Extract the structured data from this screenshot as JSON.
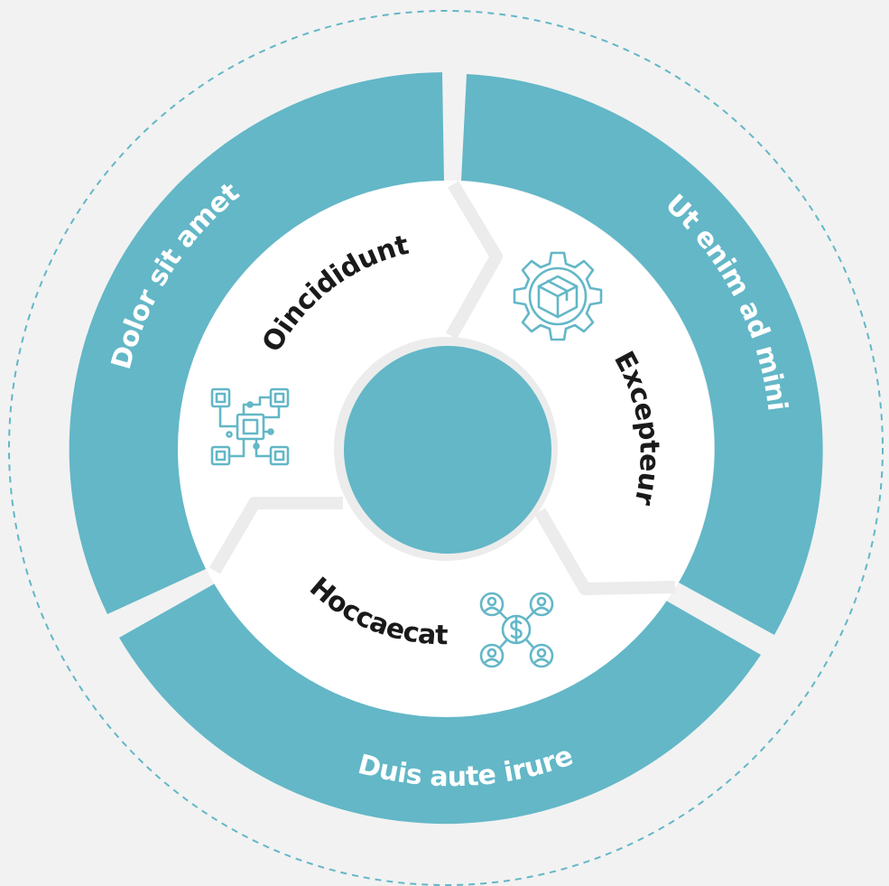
{
  "colors": {
    "background": "#f2f2f2",
    "accent": "#63b7c7",
    "white": "#ffffff",
    "gap": "#ececec",
    "dashed_ring": "#63b7c7",
    "inner_text": "#1a1a1a"
  },
  "outer_ring": {
    "segments": [
      {
        "label": "Dolor sit amet"
      },
      {
        "label": "Ut enim ad mini"
      },
      {
        "label": "Duis aute irure"
      }
    ]
  },
  "inner_ring": {
    "segments": [
      {
        "label": "Oincididunt",
        "icon": "circuit-chip-icon"
      },
      {
        "label": "Excepteur",
        "icon": "gear-box-icon"
      },
      {
        "label": "Hoccaecat",
        "icon": "people-money-network-icon"
      }
    ]
  }
}
